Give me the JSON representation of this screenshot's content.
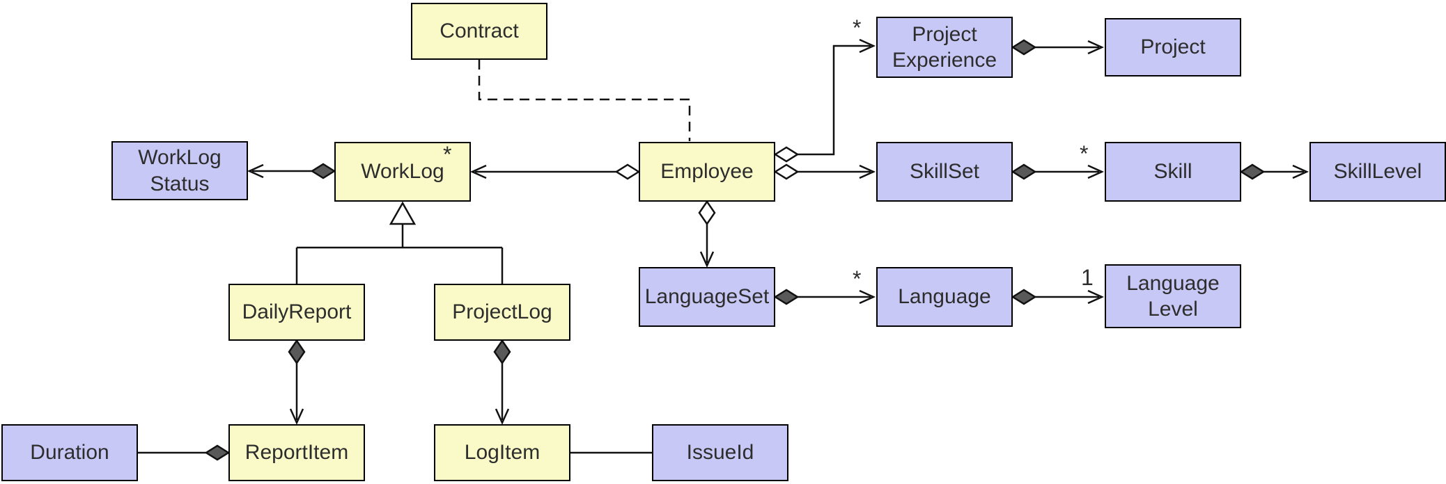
{
  "diagram": {
    "type": "uml-class-diagram",
    "colors": {
      "class_fill_yellow": "#fafac8",
      "class_fill_purple": "#c8c8f6",
      "border": "#000000",
      "text": "#2d2d2d",
      "composition_diamond_fill": "#595959",
      "background": "#ffffff"
    },
    "nodes": {
      "contract": {
        "label": "Contract",
        "fill": "yellow"
      },
      "worklog_status": {
        "label": "WorkLog\nStatus",
        "fill": "purple"
      },
      "worklog": {
        "label": "WorkLog",
        "fill": "yellow"
      },
      "employee": {
        "label": "Employee",
        "fill": "yellow"
      },
      "project_experience": {
        "label": "Project\nExperience",
        "fill": "purple"
      },
      "project": {
        "label": "Project",
        "fill": "purple"
      },
      "skillset": {
        "label": "SkillSet",
        "fill": "purple"
      },
      "skill": {
        "label": "Skill",
        "fill": "purple"
      },
      "skilllevel": {
        "label": "SkillLevel",
        "fill": "purple"
      },
      "languageset": {
        "label": "LanguageSet",
        "fill": "purple"
      },
      "language": {
        "label": "Language",
        "fill": "purple"
      },
      "language_level": {
        "label": "Language\nLevel",
        "fill": "purple"
      },
      "dailyreport": {
        "label": "DailyReport",
        "fill": "yellow"
      },
      "projectlog": {
        "label": "ProjectLog",
        "fill": "yellow"
      },
      "duration": {
        "label": "Duration",
        "fill": "purple"
      },
      "reportitem": {
        "label": "ReportItem",
        "fill": "yellow"
      },
      "logitem": {
        "label": "LogItem",
        "fill": "yellow"
      },
      "issueid": {
        "label": "IssueId",
        "fill": "purple"
      }
    },
    "labels": {
      "employee_worklog": "*",
      "employee_project_experience": "*",
      "skillset_skill": "*",
      "languageset_language": "*",
      "language_language_level": "1"
    },
    "edges": [
      {
        "from": "Contract",
        "to": "Employee",
        "type": "dashed-association"
      },
      {
        "from": "WorkLog",
        "to": "WorkLogStatus",
        "type": "composition",
        "diamond_at": "WorkLog",
        "arrow_at": "WorkLogStatus"
      },
      {
        "from": "Employee",
        "to": "WorkLog",
        "type": "aggregation",
        "diamond_at": "Employee",
        "arrow_at": "WorkLog",
        "multiplicity": "*"
      },
      {
        "from": "Employee",
        "to": "ProjectExperience",
        "type": "aggregation",
        "diamond_at": "Employee",
        "arrow_at": "ProjectExperience",
        "multiplicity": "*"
      },
      {
        "from": "ProjectExperience",
        "to": "Project",
        "type": "composition",
        "diamond_at": "ProjectExperience",
        "arrow_at": "Project"
      },
      {
        "from": "Employee",
        "to": "SkillSet",
        "type": "aggregation",
        "diamond_at": "Employee",
        "arrow_at": "SkillSet"
      },
      {
        "from": "SkillSet",
        "to": "Skill",
        "type": "composition",
        "diamond_at": "SkillSet",
        "arrow_at": "Skill",
        "multiplicity": "*"
      },
      {
        "from": "Skill",
        "to": "SkillLevel",
        "type": "composition",
        "diamond_at": "Skill",
        "arrow_at": "SkillLevel"
      },
      {
        "from": "Employee",
        "to": "LanguageSet",
        "type": "aggregation",
        "diamond_at": "Employee",
        "arrow_at": "LanguageSet"
      },
      {
        "from": "LanguageSet",
        "to": "Language",
        "type": "composition",
        "diamond_at": "LanguageSet",
        "arrow_at": "Language",
        "multiplicity": "*"
      },
      {
        "from": "Language",
        "to": "LanguageLevel",
        "type": "composition",
        "diamond_at": "Language",
        "arrow_at": "LanguageLevel",
        "multiplicity": "1"
      },
      {
        "from": "DailyReport",
        "to": "WorkLog",
        "type": "generalization"
      },
      {
        "from": "ProjectLog",
        "to": "WorkLog",
        "type": "generalization"
      },
      {
        "from": "DailyReport",
        "to": "ReportItem",
        "type": "composition",
        "diamond_at": "DailyReport",
        "arrow_at": "ReportItem"
      },
      {
        "from": "ProjectLog",
        "to": "LogItem",
        "type": "composition",
        "diamond_at": "ProjectLog",
        "arrow_at": "LogItem"
      },
      {
        "from": "Duration",
        "to": "ReportItem",
        "type": "composition",
        "diamond_at": "ReportItem"
      },
      {
        "from": "LogItem",
        "to": "IssueId",
        "type": "association"
      }
    ]
  }
}
